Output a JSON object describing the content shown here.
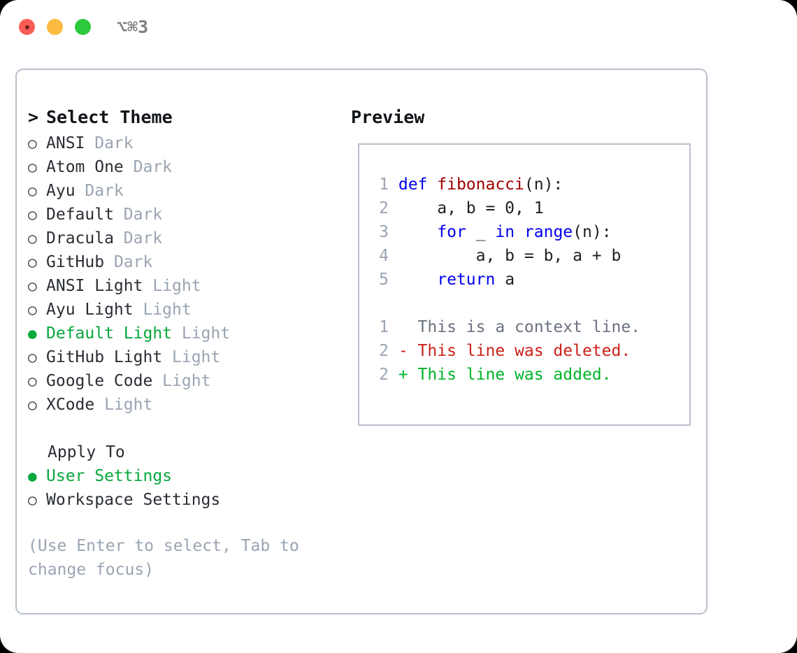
{
  "titlebar": {
    "shortcut": "⌥⌘3",
    "buttons": [
      {
        "name": "close",
        "color": "#fc5c57"
      },
      {
        "name": "minimize",
        "color": "#fcbb40"
      },
      {
        "name": "maximize",
        "color": "#2cc93f"
      }
    ]
  },
  "colors": {
    "accent_selected": "#07a83c",
    "muted": "#9aa4b2",
    "text": "#2a2e34",
    "border": "#b8c0cc",
    "keyword": "#0000ee",
    "function": "#a00000",
    "diff_deleted": "#cc2018",
    "diff_added": "#00b428",
    "diff_context": "#6b7280"
  },
  "theme_list": {
    "header": "Select Theme",
    "header_caret": ">",
    "bullet_unselected": "○",
    "bullet_selected": "●",
    "items": [
      {
        "name": "ANSI",
        "suffix": "Dark",
        "selected": false
      },
      {
        "name": "Atom One",
        "suffix": "Dark",
        "selected": false
      },
      {
        "name": "Ayu",
        "suffix": "Dark",
        "selected": false
      },
      {
        "name": "Default",
        "suffix": "Dark",
        "selected": false
      },
      {
        "name": "Dracula",
        "suffix": "Dark",
        "selected": false
      },
      {
        "name": "GitHub",
        "suffix": "Dark",
        "selected": false
      },
      {
        "name": "ANSI Light",
        "suffix": "Light",
        "selected": false
      },
      {
        "name": "Ayu Light",
        "suffix": "Light",
        "selected": false
      },
      {
        "name": "Default Light",
        "suffix": "Light",
        "selected": true
      },
      {
        "name": "GitHub Light",
        "suffix": "Light",
        "selected": false
      },
      {
        "name": "Google Code",
        "suffix": "Light",
        "selected": false
      },
      {
        "name": "XCode",
        "suffix": "Light",
        "selected": false
      }
    ]
  },
  "apply_to": {
    "label": "Apply To",
    "items": [
      {
        "name": "User Settings",
        "selected": true
      },
      {
        "name": "Workspace Settings",
        "selected": false
      }
    ]
  },
  "hint": "(Use Enter to select, Tab to change focus)",
  "preview": {
    "title": "Preview",
    "code_lines": [
      {
        "num": "1",
        "segments": [
          {
            "t": "def ",
            "c": "kw"
          },
          {
            "t": "fibonacci",
            "c": "fn"
          },
          {
            "t": "(n):",
            "c": "code-txt"
          }
        ]
      },
      {
        "num": "2",
        "segments": [
          {
            "t": "    a, b = 0, 1",
            "c": "code-txt"
          }
        ]
      },
      {
        "num": "3",
        "segments": [
          {
            "t": "    ",
            "c": "code-txt"
          },
          {
            "t": "for",
            "c": "kw"
          },
          {
            "t": " _ ",
            "c": "code-txt"
          },
          {
            "t": "in",
            "c": "kw"
          },
          {
            "t": " ",
            "c": "code-txt"
          },
          {
            "t": "range",
            "c": "kw"
          },
          {
            "t": "(n):",
            "c": "code-txt"
          }
        ]
      },
      {
        "num": "4",
        "segments": [
          {
            "t": "        a, b = b, a + b",
            "c": "code-txt"
          }
        ]
      },
      {
        "num": "5",
        "segments": [
          {
            "t": "    ",
            "c": "code-txt"
          },
          {
            "t": "return",
            "c": "kw"
          },
          {
            "t": " a",
            "c": "code-txt"
          }
        ]
      }
    ],
    "diff_lines": [
      {
        "num": "1",
        "segments": [
          {
            "t": "   This is a context line.",
            "c": "ctx"
          }
        ]
      },
      {
        "num": "2",
        "segments": [
          {
            "t": " - This line was deleted.",
            "c": "del"
          }
        ]
      },
      {
        "num": "2",
        "segments": [
          {
            "t": " + This line was added.",
            "c": "add"
          }
        ]
      }
    ]
  }
}
